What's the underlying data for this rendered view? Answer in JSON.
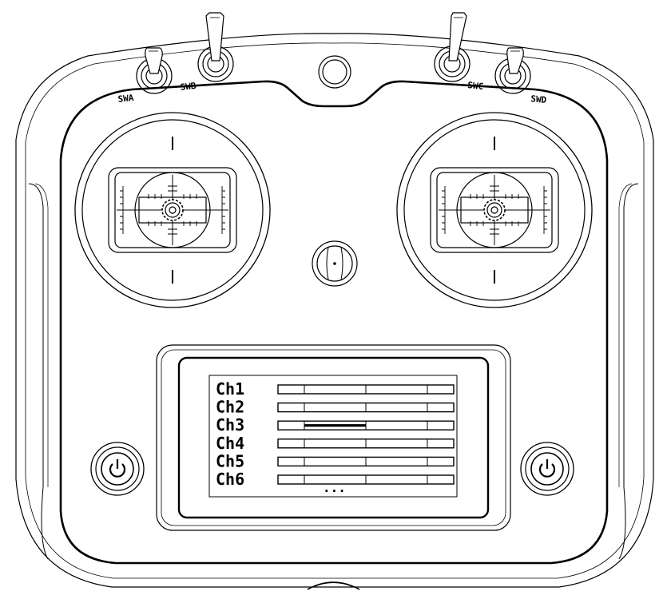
{
  "switches": [
    {
      "id": "swa",
      "label": "SWA"
    },
    {
      "id": "swb",
      "label": "SWB"
    },
    {
      "id": "swc",
      "label": "SWC"
    },
    {
      "id": "swd",
      "label": "SWD"
    }
  ],
  "screen": {
    "channels": [
      {
        "label": "Ch1",
        "value": 0.5
      },
      {
        "label": "Ch2",
        "value": 0.5
      },
      {
        "label": "Ch3",
        "value": 0.0
      },
      {
        "label": "Ch4",
        "value": 0.5
      },
      {
        "label": "Ch5",
        "value": 0.5
      },
      {
        "label": "Ch6",
        "value": 0.5
      }
    ],
    "more": "..."
  },
  "icons": {
    "power_left": "power-icon",
    "power_right": "power-icon",
    "left_stick": "gimbal-icon",
    "right_stick": "gimbal-icon"
  },
  "colors": {
    "outline": "#000000",
    "body": "#ffffff"
  }
}
